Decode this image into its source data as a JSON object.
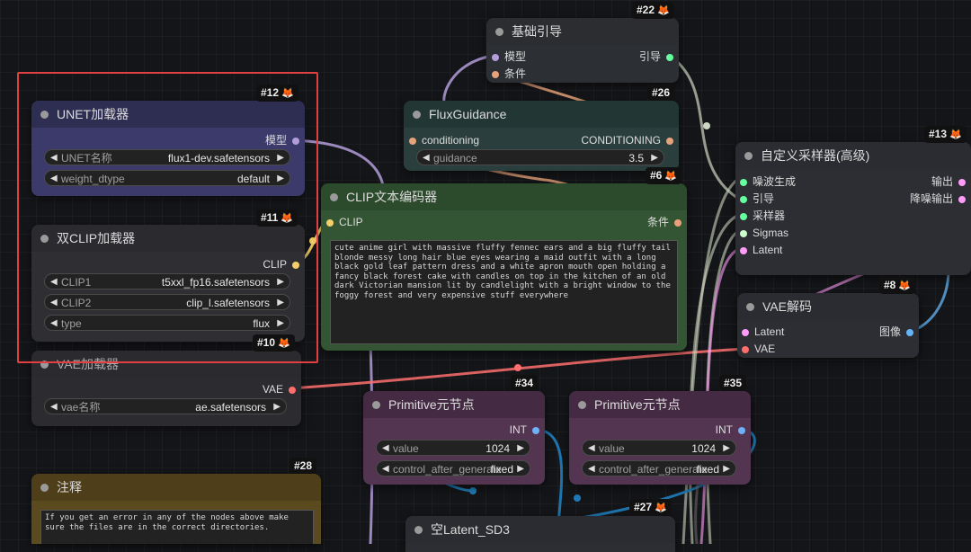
{
  "colors": {
    "model": "#b39ddb",
    "conditioning": "#e8a27a",
    "clip": "#f5d06a",
    "vae": "#ff6e6e",
    "int": "#6fb1f7",
    "latent": "#ff9cf9",
    "sigmas": "#cdffcd",
    "sampler": "#ecb4b4",
    "guider": "#66ffa0",
    "noise": "#b0b0b0",
    "image": "#64b5f6",
    "selection": "#e04040"
  },
  "nodes": {
    "basic_guider": {
      "badge": "#22",
      "title": "基础引导",
      "in_model": "模型",
      "in_cond": "条件",
      "out": "引导"
    },
    "flux_guidance": {
      "badge": "#26",
      "title": "FluxGuidance",
      "in": "conditioning",
      "out": "CONDITIONING",
      "w_guidance": {
        "label": "guidance",
        "value": "3.5"
      }
    },
    "unet_loader": {
      "badge": "#12",
      "title": "UNET加载器",
      "out": "模型",
      "w_name": {
        "label": "UNET名称",
        "value": "flux1-dev.safetensors"
      },
      "w_dtype": {
        "label": "weight_dtype",
        "value": "default"
      }
    },
    "dual_clip": {
      "badge": "#11",
      "title": "双CLIP加载器",
      "out": "CLIP",
      "w_clip1": {
        "label": "CLIP1",
        "value": "t5xxl_fp16.safetensors"
      },
      "w_clip2": {
        "label": "CLIP2",
        "value": "clip_l.safetensors"
      },
      "w_type": {
        "label": "type",
        "value": "flux"
      }
    },
    "vae_loader": {
      "badge": "#10",
      "title": "VAE加载器",
      "out": "VAE",
      "w_name": {
        "label": "vae名称",
        "value": "ae.safetensors"
      }
    },
    "clip_encode": {
      "badge": "#6",
      "title": "CLIP文本编码器",
      "in": "CLIP",
      "out": "条件",
      "text": "cute anime girl with massive fluffy fennec ears and a big fluffy tail blonde messy long hair blue eyes wearing a maid outfit with a long black gold leaf pattern dress and a white apron mouth open holding a fancy black forest cake with candles on top in the kitchen of an old dark Victorian mansion lit by candlelight with a bright window to the foggy forest and very expensive stuff everywhere"
    },
    "sampler_adv": {
      "badge": "#13",
      "title": "自定义采样器(高级)",
      "inputs": [
        "噪波生成",
        "引导",
        "采样器",
        "Sigmas",
        "Latent"
      ],
      "outputs": [
        "输出",
        "降噪输出"
      ]
    },
    "vae_decode": {
      "badge": "#8",
      "title": "VAE解码",
      "in_latent": "Latent",
      "in_vae": "VAE",
      "out": "图像"
    },
    "primitive_34": {
      "badge": "#34",
      "title": "Primitive元节点",
      "out": "INT",
      "w_value": {
        "label": "value",
        "value": "1024"
      },
      "w_control": {
        "label": "control_after_generate",
        "value": "fixed"
      }
    },
    "primitive_35": {
      "badge": "#35",
      "title": "Primitive元节点",
      "out": "INT",
      "w_value": {
        "label": "value",
        "value": "1024"
      },
      "w_control": {
        "label": "control_after_generate",
        "value": "fixed"
      }
    },
    "note": {
      "badge": "#28",
      "title": "注释",
      "text": "If you get an error in any of the nodes above make sure the files are in the correct directories."
    },
    "empty_latent": {
      "badge": "#27",
      "title": "空Latent_SD3"
    }
  }
}
